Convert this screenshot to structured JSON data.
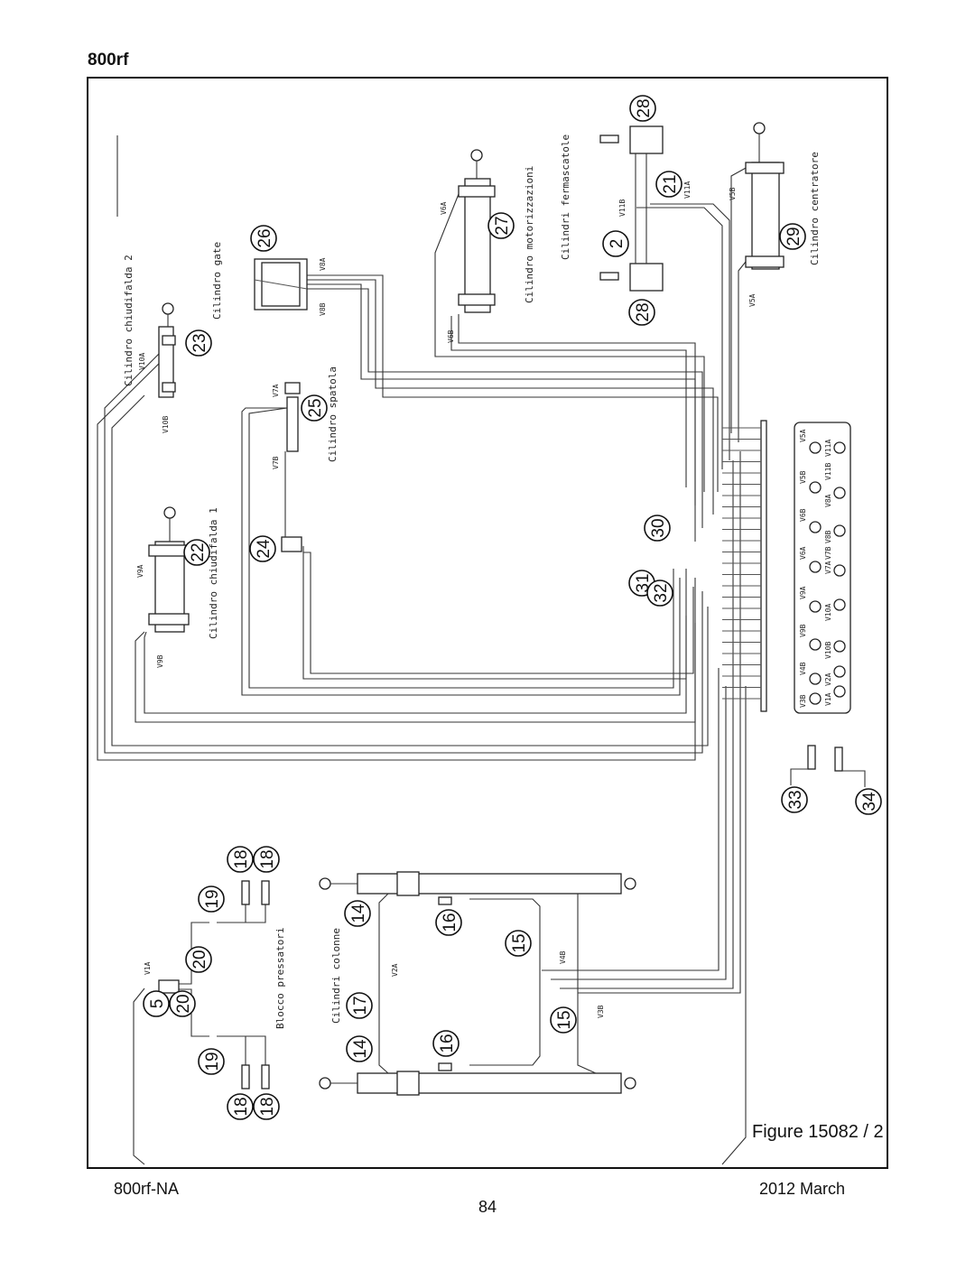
{
  "header": {
    "title": "800rf"
  },
  "figure_caption": "Figure 15082 / 2",
  "footer": {
    "left": "800rf-NA",
    "page": "84",
    "right": "2012 March"
  },
  "callouts": [
    "28",
    "21",
    "2",
    "28",
    "26",
    "27",
    "29",
    "23",
    "25",
    "24",
    "22",
    "30",
    "31",
    "32",
    "33",
    "34",
    "18",
    "18",
    "19",
    "14",
    "16",
    "15",
    "20",
    "5",
    "20",
    "17",
    "15",
    "14",
    "16",
    "19",
    "18",
    "18"
  ],
  "component_labels": {
    "c1": "Cilindro chiudifalda 2",
    "c2": "Cilindro gate",
    "c3": "Cilindro motorizzazioni",
    "c4": "Cilindri fermascatole",
    "c5": "Cilindro centratore",
    "c6": "Cilindro spatola",
    "c7": "Cilindro chiudifalda 1",
    "c8": "Blocco pressatori",
    "c9": "Cilindri colonne"
  },
  "port_labels": {
    "p1": "V10A",
    "p2": "V10B",
    "p3": "V8A",
    "p4": "V8B",
    "p5": "V6A",
    "p6": "V6B",
    "p7": "V11B",
    "p8": "V11A",
    "p9": "V5B",
    "p10": "V5A",
    "p11": "V7A",
    "p12": "V7B",
    "p13": "V9A",
    "p14": "V9B",
    "p15": "V1A",
    "p16": "V2A",
    "p17": "V4B",
    "p18": "V3B"
  },
  "panel_labels": {
    "row1": [
      "V5A",
      "V5B",
      "V6B",
      "V6A",
      "V9A",
      "V9B",
      "V4B",
      "V3B"
    ],
    "row2": [
      "V11A",
      "V11B",
      "V8A",
      "V8B",
      "V7B",
      "V7A",
      "V10A",
      "V10B",
      "V2A",
      "V1A"
    ]
  }
}
